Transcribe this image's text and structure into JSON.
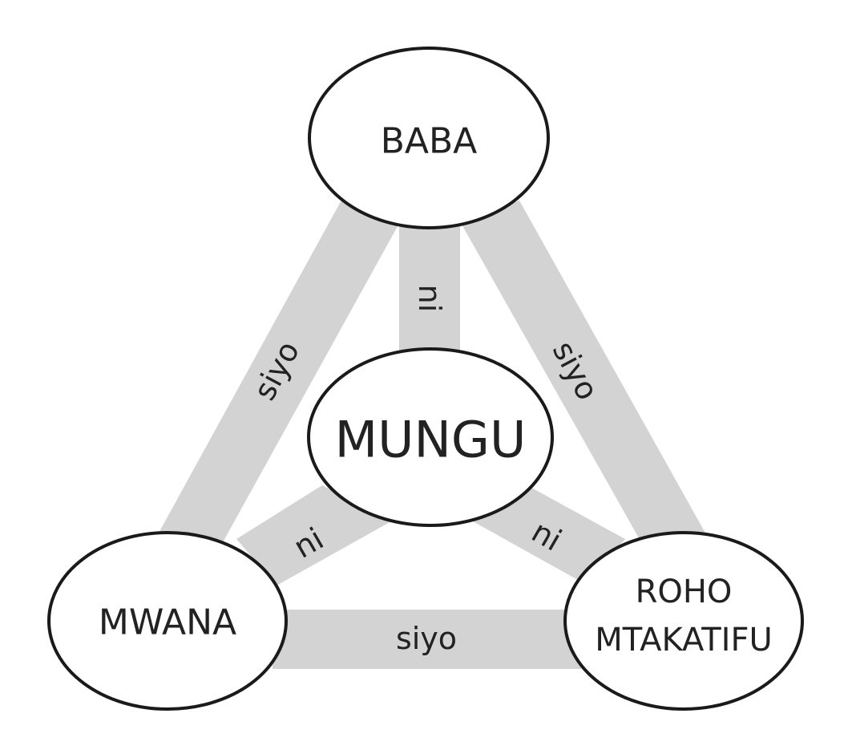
{
  "diagram": {
    "title": "",
    "center": {
      "id": "mungu",
      "label": "MUNGU"
    },
    "nodes": [
      {
        "id": "baba",
        "label": "BABA"
      },
      {
        "id": "mwana",
        "label": "MWANA"
      },
      {
        "id": "roho",
        "label": "ROHO MTAKATIFU",
        "lines": [
          "ROHO",
          "MTAKATIFU"
        ]
      }
    ],
    "edges": [
      {
        "from": "baba",
        "to": "mungu",
        "label": "ni"
      },
      {
        "from": "mwana",
        "to": "mungu",
        "label": "ni"
      },
      {
        "from": "roho",
        "to": "mungu",
        "label": "ni"
      },
      {
        "from": "baba",
        "to": "mwana",
        "label": "siyo"
      },
      {
        "from": "baba",
        "to": "roho",
        "label": "siyo"
      },
      {
        "from": "mwana",
        "to": "roho",
        "label": "siyo"
      }
    ],
    "colors": {
      "band": "#d3d3d3",
      "outline": "#1a1a1a",
      "text": "#222222"
    }
  }
}
